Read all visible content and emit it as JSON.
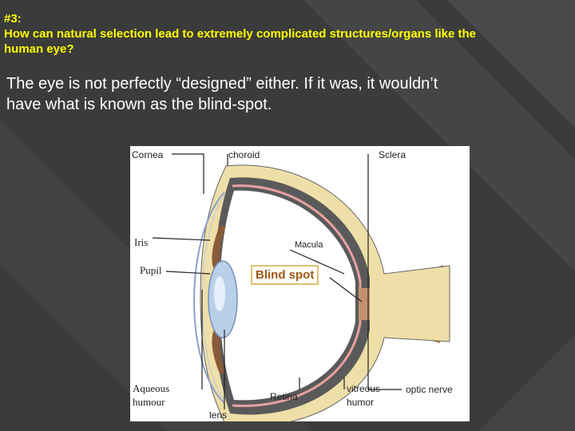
{
  "slide": {
    "heading_line1": "#3:",
    "heading_line2": "How can natural selection lead to extremely complicated structures/organs like the",
    "heading_line3": "human eye?",
    "body_line1": "The eye is not perfectly “designed” either. If it was, it wouldn’t",
    "body_line2": "have what is known as the blind-spot."
  },
  "diagram": {
    "labels": {
      "cornea": "Cornea",
      "choroid": "choroid",
      "sclera": "Sclera",
      "iris": "Iris",
      "pupil": "Pupil",
      "macula": "Macula",
      "blind_spot": "Blind spot",
      "aqueous1": "Aqueous",
      "aqueous2": "humour",
      "lens": "lens",
      "retina": "Retina",
      "vitreous1": "vitreous",
      "vitreous2": "humor",
      "optic_nerve": "optic nerve"
    }
  },
  "colors": {
    "heading": "#ffff00",
    "body_text": "#ffffff",
    "background": "#3a3a3a",
    "sclera": "#eedfa8",
    "choroid": "#555555",
    "blind_spot_text": "#a05a14"
  }
}
